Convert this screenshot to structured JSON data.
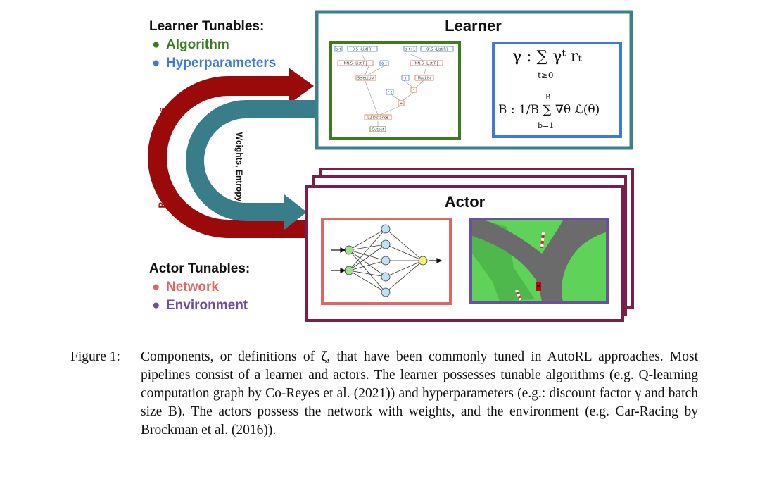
{
  "learner_tunables": {
    "heading": "Learner Tunables:",
    "items": [
      {
        "label": "Algorithm",
        "color": "#3a7d1e"
      },
      {
        "label": "Hyperparameters",
        "color": "#3f7ad6"
      }
    ]
  },
  "actor_tunables": {
    "heading": "Actor Tunables:",
    "items": [
      {
        "label": "Network",
        "color": "#e06666"
      },
      {
        "label": "Environment",
        "color": "#6a4fa3"
      }
    ]
  },
  "learner_box": {
    "title": "Learner",
    "border_color": "#3d7f8a"
  },
  "actor_box": {
    "title": "Actor",
    "border_color": "#7a1f4a"
  },
  "arrows": {
    "outer_label": "Rewards, States, Actions",
    "outer_color": "#9b0a0a",
    "inner_label": "Weights, Entropy",
    "inner_color": "#3a7d8a"
  },
  "algorithm_graph": {
    "nodes": [
      "s_t",
      "θ:S→List[R]",
      "s_t+1",
      "θ':S→List[R]",
      "NN:S→List[R]",
      "a_t",
      "NN:S→List[R]",
      "SelectList",
      "γ",
      "MaxList",
      "r_t",
      "*",
      "+",
      "L2 Distance",
      "Output"
    ]
  },
  "formulas": {
    "gamma": "γ : ∑ γᵗ rₜ",
    "gamma_sub": "t≥0",
    "batch": "B : 1/B ∑ ∇θ ℒ(θ)",
    "batch_sup": "B",
    "batch_sub": "b=1"
  },
  "caption": {
    "lead": "Figure 1:",
    "text": "Components, or definitions of ζ, that have been commonly tuned in AutoRL approaches. Most pipelines consist of a learner and actors. The learner possesses tunable algorithms (e.g. Q-learning computation graph by Co-Reyes et al. (2021)) and hyperparameters (e.g.: discount factor γ and batch size B). The actors possess the network with weights, and the environment (e.g. Car-Racing by Brockman et al. (2016))."
  }
}
